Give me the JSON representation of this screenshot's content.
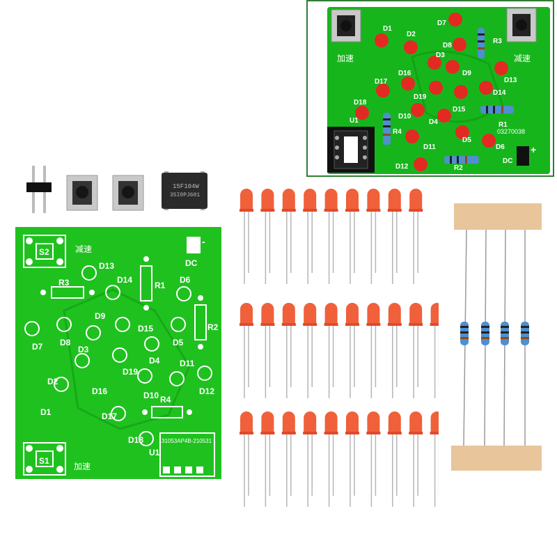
{
  "inset": {
    "labels": {
      "speed_up": "加速",
      "slow_down": "减速",
      "d1": "D1",
      "d2": "D2",
      "d3": "D3",
      "d4": "D4",
      "d5": "D5",
      "d6": "D6",
      "d7": "D7",
      "d8": "D8",
      "d9": "D9",
      "d10": "D10",
      "d11": "D11",
      "d12": "D12",
      "d13": "D13",
      "d14": "D14",
      "d15": "D15",
      "d16": "D16",
      "d17": "D17",
      "d18": "D18",
      "d19": "D19",
      "r1": "R1",
      "r2": "R2",
      "r3": "R3",
      "r4": "R4",
      "u1": "U1",
      "dc": "DC",
      "plus": "+",
      "code": "03270038"
    }
  },
  "parts": {
    "chip_text1": "15F104W",
    "chip_text2": "35I0PJ601"
  },
  "pcb": {
    "labels": {
      "s1": "S1",
      "s2": "S2",
      "speed_up": "加速",
      "slow_down": "减速",
      "dc": "DC",
      "plus": "+",
      "minus": "-",
      "d1": "D1",
      "d2": "D2",
      "d3": "D3",
      "d4": "D4",
      "d5": "D5",
      "d6": "D6",
      "d7": "D7",
      "d8": "D8",
      "d9": "D9",
      "d10": "D10",
      "d11": "D11",
      "d12": "D12",
      "d13": "D13",
      "d14": "D14",
      "d15": "D15",
      "d16": "D16",
      "d17": "D17",
      "d18": "D18",
      "d19": "D19",
      "r1": "R1",
      "r2": "R2",
      "r3": "R3",
      "r4": "R4",
      "u1": "U1",
      "serial": "31053AP4B-210531"
    }
  },
  "colors": {
    "pcb_green": "#1fc11f",
    "inset_frame": "#2e7d32",
    "led_red": "#e83a2c",
    "led_orange": "#f0603a",
    "tape": "#e8c59a",
    "resistor_body": "#4f8fd0"
  }
}
